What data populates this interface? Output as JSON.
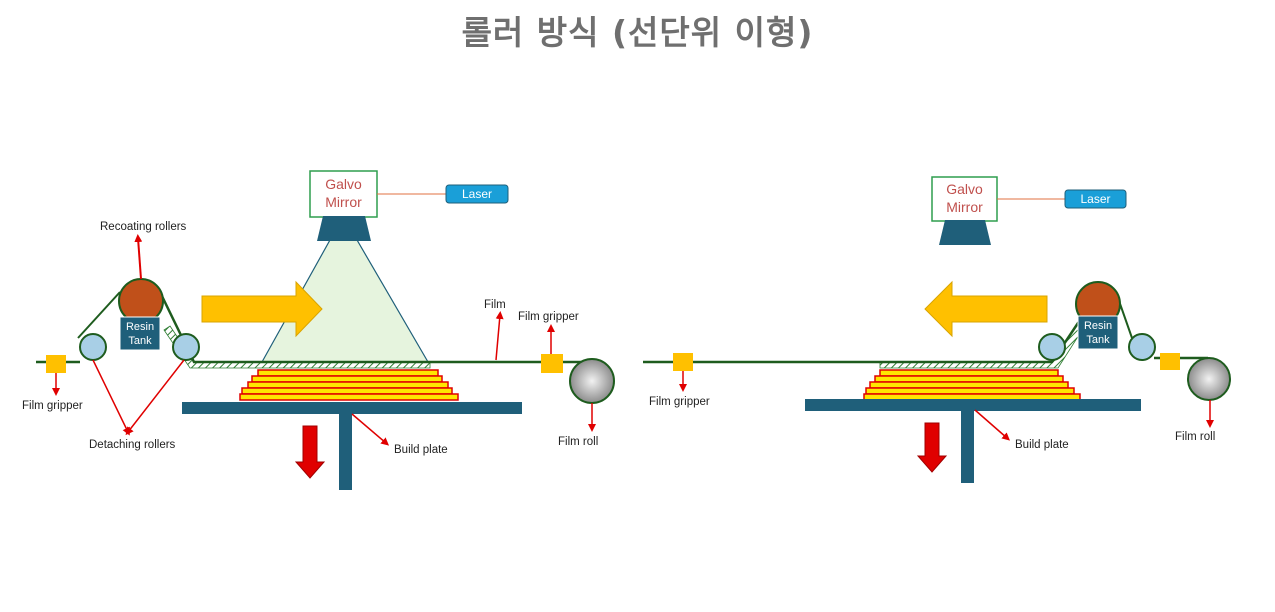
{
  "title": "롤러 방식 (선단위 이형)",
  "labels": {
    "galvo_line1": "Galvo",
    "galvo_line2": "Mirror",
    "laser": "Laser",
    "resin_line1": "Resin",
    "resin_line2": "Tank",
    "recoating_rollers": "Recoating rollers",
    "detaching_rollers": "Detaching rollers",
    "film_gripper": "Film gripper",
    "film": "Film",
    "film_roll": "Film roll",
    "build_plate": "Build plate"
  },
  "colors": {
    "film": "#1e5c1e",
    "plate": "#1f5f7a",
    "galvo_border": "#2e9e4e",
    "laser": "#1a9fd8",
    "beam": "#e6f4de",
    "arrow_yellow": "#ffc000",
    "arrow_red": "#e00000",
    "recoat_roller": "#c0501a",
    "detach_roller": "#a8cfe6",
    "gripper": "#ffc000",
    "layer_fill": "#ffe600",
    "layer_border": "#e00000",
    "title": "#6f6f6f"
  }
}
